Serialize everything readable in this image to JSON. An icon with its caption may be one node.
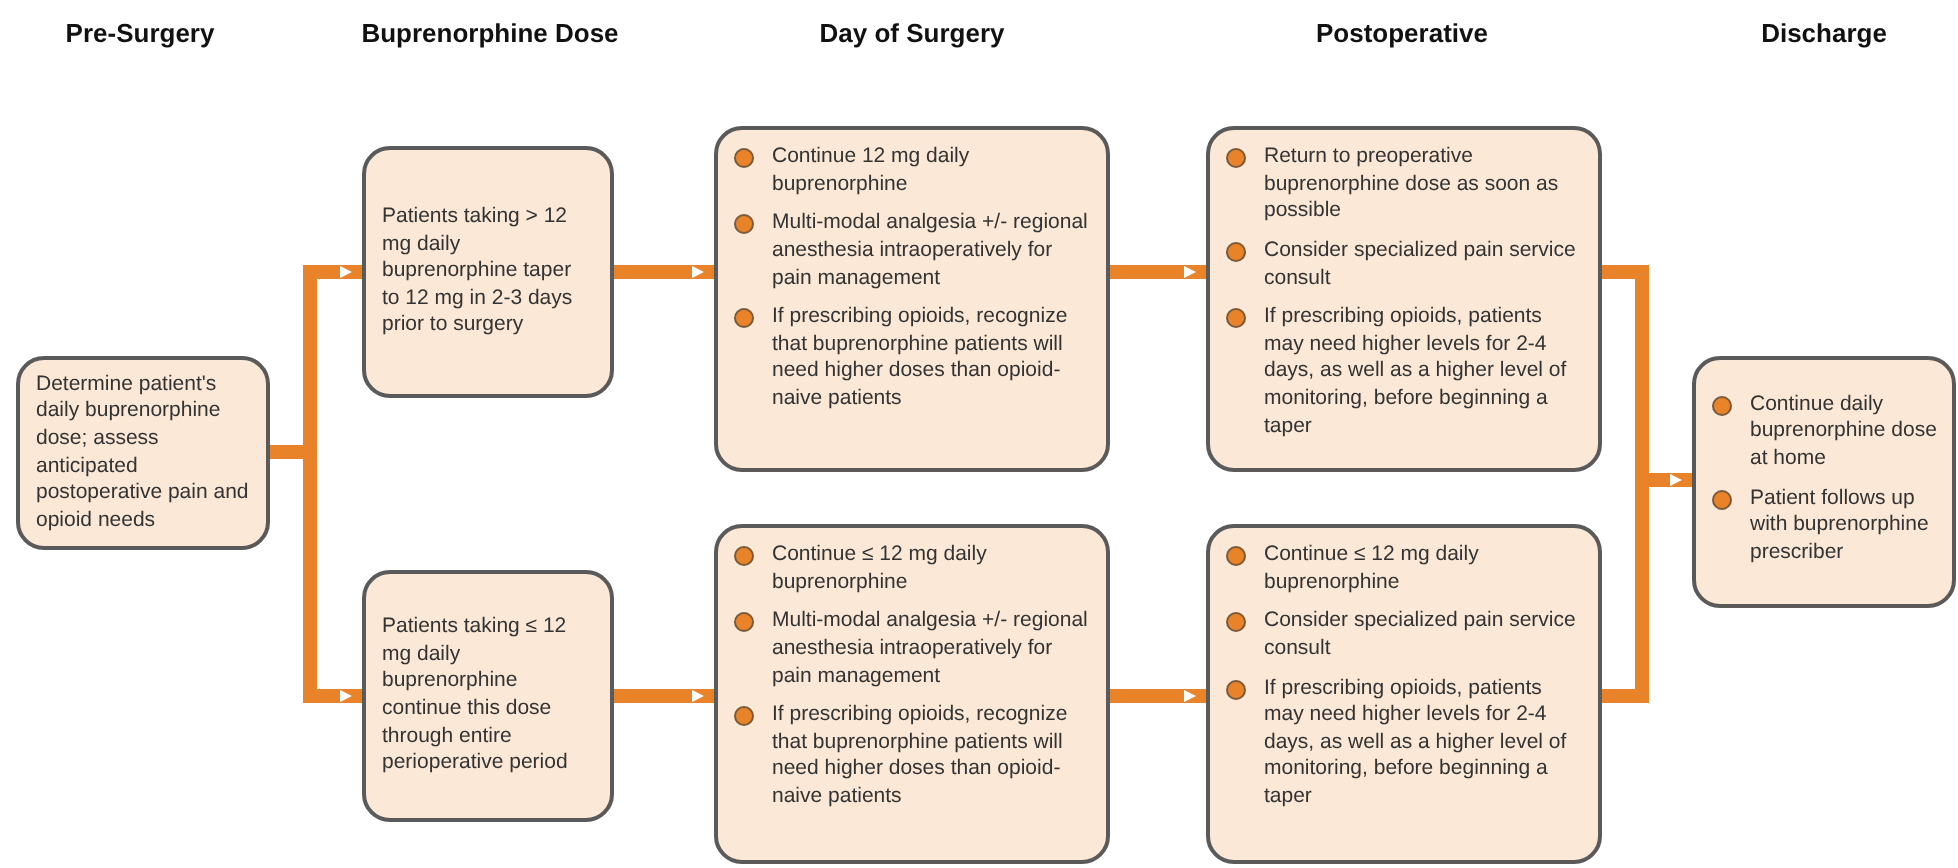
{
  "diagram": {
    "nodes": [
      {
        "text": [
          "Determine patient's daily buprenorphine dose; assess anticipated postoperative pain and opioid needs"
        ]
      },
      {
        "text": [
          "Patients taking > 12 mg daily buprenorphine taper to 12 mg in 2-3 days prior to surgery"
        ]
      },
      {
        "text": [
          "Patients taking ≤ 12 mg daily buprenorphine continue this dose through entire perioperative period"
        ]
      },
      {
        "text": [
          "Continue 12 mg daily buprenorphine",
          "Multi-modal analgesia +/- regional anesthesia intraoperatively for pain management",
          "If prescribing opioids, recognize that buprenorphine patients will need higher doses than opioid-naive patients"
        ]
      },
      {
        "text": [
          "Continue ≤ 12 mg daily buprenorphine",
          "Multi-modal analgesia +/- regional anesthesia intraoperatively for pain management",
          "If prescribing opioids, recognize that buprenorphine patients will need higher doses than opioid-naive patients"
        ]
      },
      {
        "text": [
          "Return to preoperative buprenorphine dose as soon as possible",
          "Consider specialized pain service consult",
          "If prescribing opioids, patients may need higher levels for 2-4 days, as well as a higher level of monitoring, before beginning a taper"
        ]
      },
      {
        "text": [
          "Continue ≤ 12 mg daily buprenorphine",
          "Consider specialized pain service consult",
          "If prescribing opioids, patients may need higher levels for 2-4 days, as well as a higher level of monitoring, before beginning a taper"
        ]
      },
      {
        "text": [
          "Continue daily buprenorphine dose at home",
          "Patient follows up with buprenorphine prescriber"
        ]
      }
    ],
    "edges": [
      {
        "from": 0,
        "to": 1,
        "arrow": "to"
      },
      {
        "from": 0,
        "to": 2,
        "arrow": "to"
      },
      {
        "from": 1,
        "to": 3,
        "arrow": "to"
      },
      {
        "from": 2,
        "to": 4,
        "arrow": "to"
      },
      {
        "from": 3,
        "to": 5,
        "arrow": "to"
      },
      {
        "from": 4,
        "to": 6,
        "arrow": "to"
      },
      {
        "from": 5,
        "to": 7,
        "arrow": "to"
      },
      {
        "from": 6,
        "to": 7,
        "arrow": "to"
      }
    ],
    "labels": [
      "Pre-Surgery",
      "Buprenorphine Dose",
      "Day of Surgery",
      "Postoperative",
      "Discharge"
    ]
  }
}
